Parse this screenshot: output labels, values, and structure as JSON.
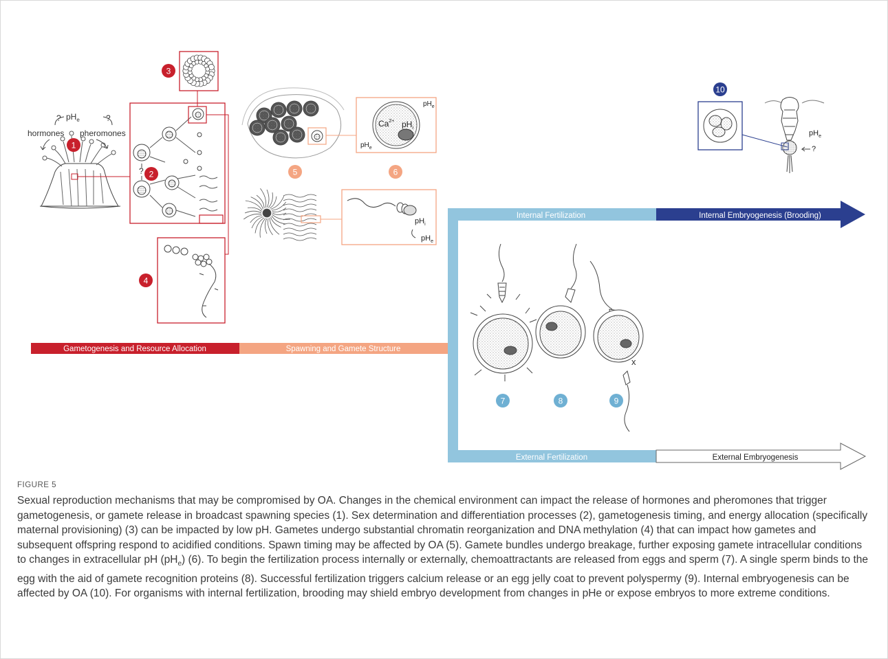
{
  "figure": {
    "labels": {
      "ph_top": "pH",
      "ph_top_sub": "e",
      "question1": "?",
      "question2": "?",
      "hormones": "hormones",
      "pheromones": "pheromones",
      "question_mid": "?",
      "ca": "Ca",
      "ca_sup": "2+",
      "phi": "pH",
      "phi_sub": "i",
      "phe6": "pH",
      "phe6_sub": "e",
      "phi_sperm": "pH",
      "phi_sperm_sub": "i",
      "phe_sperm": "pH",
      "phe_sperm_sub": "e",
      "phe10": "pH",
      "phe10_sub": "e",
      "q10": "?",
      "cross": "x"
    },
    "markers": [
      "1",
      "2",
      "3",
      "4",
      "5",
      "6",
      "7",
      "8",
      "9",
      "10"
    ],
    "bars": {
      "gametogenesis": "Gametogenesis and Resource Allocation",
      "spawning": "Spawning and Gamete Structure",
      "internal_fert": "Internal Fertilization",
      "internal_embryo": "Internal Embryogenesis (Brooding)",
      "external_fert": "External Fertilization",
      "external_embryo": "External Embryogenesis"
    },
    "colors": {
      "red": "#c8202c",
      "salmon": "#f4a582",
      "light_blue": "#92c5de",
      "dark_blue": "#2b3f8f"
    }
  },
  "caption": {
    "label": "FIGURE 5",
    "part1": "Sexual reproduction mechanisms that may be compromised by OA. Changes in the chemical environment can impact the release of hormones and pheromones that trigger gametogenesis, or gamete release in broadcast spawning species (1). Sex determination and differentiation processes (2), gametogenesis timing, and energy allocation (specifically maternal provisioning) (3) can be impacted by low pH. Gametes undergo substantial chromatin reorganization and DNA methylation (4) that can impact how gametes and subsequent offspring respond to acidified conditions. Spawn timing may be affected by OA (5). Gamete bundles undergo breakage, further exposing gamete intracellular conditions to changes in extracellular pH (pH",
    "sub": "e",
    "part2": ") (6). To begin the fertilization process internally or externally, chemoattractants are released from eggs and sperm (7). A single sperm binds to the egg with the aid of gamete recognition proteins (8). Successful fertilization triggers calcium release or an egg jelly coat to prevent polyspermy (9). Internal embryogenesis can be affected by OA (10). For organisms with internal fertilization, brooding may shield embryo development from changes in pHe or expose embryos to more extreme conditions."
  }
}
